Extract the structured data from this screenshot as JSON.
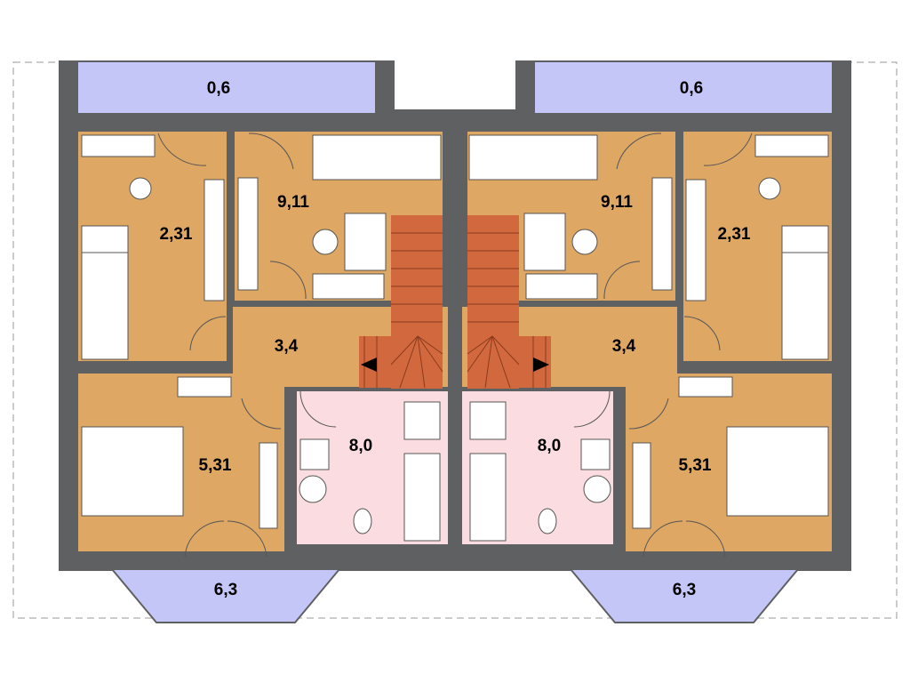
{
  "colors": {
    "wall": "#5f6062",
    "room": "#dea764",
    "bath": "#fbdde1",
    "balcony": "#c5c6f8",
    "stair": "#d2683e",
    "outline": "#9a9a9a"
  },
  "units": [
    {
      "side": "left",
      "rooms": [
        {
          "id": "balcony-top",
          "area": "0,6"
        },
        {
          "id": "bedroom-a",
          "area": "2,31"
        },
        {
          "id": "study",
          "area": "9,11"
        },
        {
          "id": "hall",
          "area": "3,4"
        },
        {
          "id": "bedroom-b",
          "area": "5,31"
        },
        {
          "id": "bathroom",
          "area": "8,0"
        },
        {
          "id": "bay-balcony",
          "area": "6,3"
        }
      ]
    },
    {
      "side": "right",
      "rooms": [
        {
          "id": "balcony-top",
          "area": "0,6"
        },
        {
          "id": "bedroom-a",
          "area": "2,31"
        },
        {
          "id": "study",
          "area": "9,11"
        },
        {
          "id": "hall",
          "area": "3,4"
        },
        {
          "id": "bedroom-b",
          "area": "5,31"
        },
        {
          "id": "bathroom",
          "area": "8,0"
        },
        {
          "id": "bay-balcony",
          "area": "6,3"
        }
      ]
    }
  ]
}
